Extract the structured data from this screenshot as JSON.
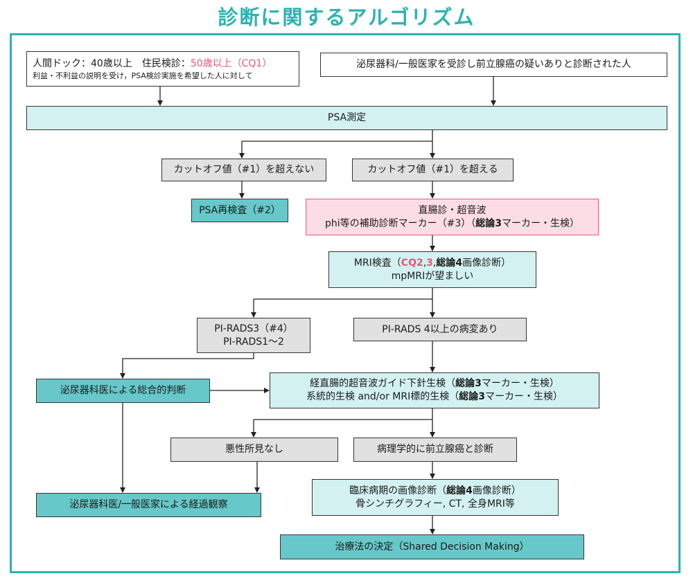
{
  "title": "診断に関するアルゴリズム",
  "colors": {
    "accent": "#2bb3b1",
    "highlight": "#e6577b",
    "teal_box": "#67c8ca",
    "light_teal_box": "#d3f1f1",
    "gray_box": "#e1e1e1",
    "pink_box": "#fcdde5"
  },
  "nodes": {
    "screening": {
      "line1_a": "人間ドック：40歳以上　住民検診：",
      "line1_b": "50歳以上（CQ1）",
      "line2": "利益・不利益の説明を受け，PSA検診実施を希望した人に対して"
    },
    "referral": "泌尿器科/一般医家を受診し前立腺癌の疑いありと診断された人",
    "psa": "PSA測定",
    "below_cutoff": "カットオフ値（#1）を超えない",
    "above_cutoff": "カットオフ値（#1）を超える",
    "psa_recheck": "PSA再検査（#2）",
    "dre": {
      "line1": "直腸診・超音波",
      "line2_a": "phi等の補助診断マーカー（#3）（",
      "line2_b": "総論3",
      "line2_c": "マーカー・生検）"
    },
    "mri": {
      "line1_a": "MRI検査（",
      "line1_b": "CQ2",
      "line1_c": ",",
      "line1_d": "3",
      "line1_e": ",",
      "line1_f": "総論4",
      "line1_g": "画像診断）",
      "line2": "mpMRIが望ましい"
    },
    "pirads3": {
      "line1": "PI-RADS3（#4）",
      "line2": "PI-RADS1～2"
    },
    "pirads4": "PI-RADS 4以上の病変あり",
    "uro_judgment": "泌尿器科医による総合的判断",
    "biopsy": {
      "line1_a": "経直腸的超音波ガイド下針生検（",
      "line1_b": "総論3",
      "line1_c": "マーカー・生検）",
      "line2_a": "系統的生検 and/or MRI標的生検（",
      "line2_b": "総論3",
      "line2_c": "マーカー・生検）"
    },
    "no_malignancy": "悪性所見なし",
    "pathology_dx": "病理学的に前立腺癌と診断",
    "observation": "泌尿器科医/一般医家による経過観察",
    "staging": {
      "line1_a": "臨床病期の画像診断（",
      "line1_b": "総論4",
      "line1_c": "画像診断）",
      "line2": "骨シンチグラフィー, CT, 全身MRI等"
    },
    "treatment": "治療法の決定（Shared Decision Making）"
  }
}
